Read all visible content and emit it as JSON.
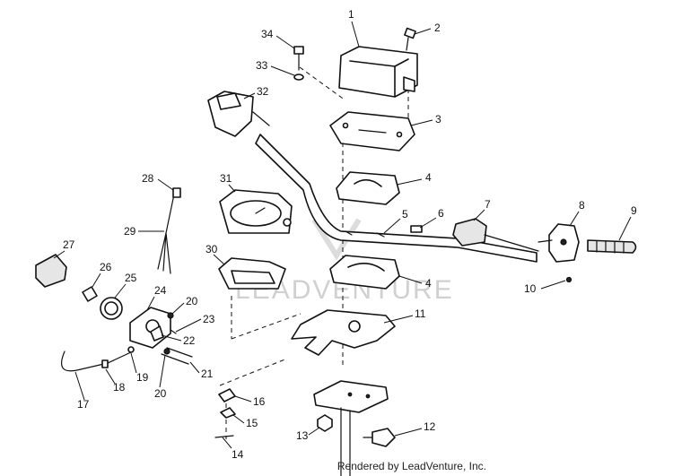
{
  "diagram": {
    "watermark": "LEADVENTURE",
    "footer": "Rendered by LeadVenture, Inc.",
    "callouts": [
      "1",
      "2",
      "3",
      "4",
      "4",
      "5",
      "6",
      "7",
      "8",
      "9",
      "10",
      "11",
      "12",
      "13",
      "14",
      "15",
      "16",
      "17",
      "18",
      "19",
      "20",
      "20",
      "21",
      "22",
      "23",
      "24",
      "25",
      "26",
      "27",
      "28",
      "29",
      "30",
      "31",
      "32",
      "33",
      "34"
    ]
  }
}
